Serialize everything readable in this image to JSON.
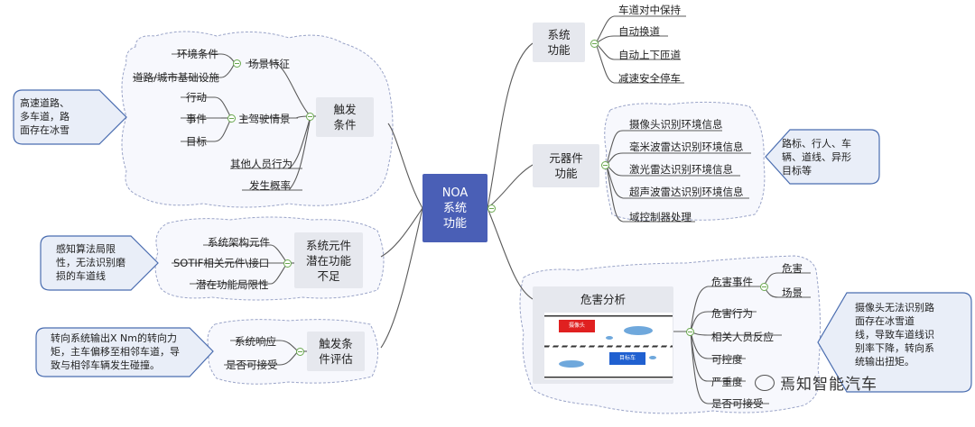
{
  "central": {
    "label": "NOA\n系统\n功能"
  },
  "left": {
    "trigger": {
      "label": "触发\n条件",
      "scene": {
        "label": "场景特征",
        "items": [
          "环境条件",
          "道路/城市基础设施"
        ]
      },
      "driving": {
        "label": "主驾驶情景",
        "items": [
          "行动",
          "事件",
          "目标"
        ]
      },
      "others": [
        "其他人员行为",
        "发生概率"
      ],
      "note": "高速道路、\n多车道，路\n面存在冰雪"
    },
    "insufficiency": {
      "label": "系统元件\n潜在功能\n不足",
      "items": [
        "系统架构元件",
        "SOTIF相关元件\\接口",
        "潜在功能局限性"
      ],
      "note": "感知算法局限\n性，无法识别磨\n损的车道线"
    },
    "evaluation": {
      "label": "触发条\n件评估",
      "items": [
        "系统响应",
        "是否可接受"
      ],
      "note": "转向系统输出X Nm的转向力\n矩，主车偏移至相邻车道，导\n致与相邻车辆发生碰撞。"
    }
  },
  "right": {
    "system_function": {
      "label": "系统\n功能",
      "items": [
        "车道对中保持",
        "自动换道",
        "自动上下匝道",
        "减速安全停车"
      ]
    },
    "sensors": {
      "label": "元器件\n功能",
      "items": [
        "摄像头识别环境信息",
        "毫米波雷达识别环境信息",
        "激光雷达识别环境信息",
        "超声波雷达识别环境信息",
        "域控制器处理"
      ],
      "note": "路标、行人、车\n辆、道线、异形\n目标等"
    },
    "hazard": {
      "label": "危害分析",
      "event": {
        "label": "危害事件",
        "items": [
          "危害",
          "场景"
        ]
      },
      "items": [
        "危害行为",
        "相关人员反应",
        "可控度",
        "严重度",
        "是否可接受"
      ],
      "image": {
        "car_top": "摄像头",
        "car_bottom": "目标车"
      },
      "note": "摄像头无法识别路\n面存在冰雪道\n线，导致车道线识\n别率下降，转向系\n统输出扭矩。"
    }
  },
  "watermark": {
    "text": "焉知智能汽车",
    "icon": "wechat-icon"
  },
  "colors": {
    "central": "#4a5fb6",
    "topic": "#e6e8ee",
    "line": "#5b5b5b",
    "cloud": "#9aa4c8",
    "toggle": "#6aa84f",
    "note_fill": "#e9eef8",
    "note_stroke": "#4a6db0"
  }
}
